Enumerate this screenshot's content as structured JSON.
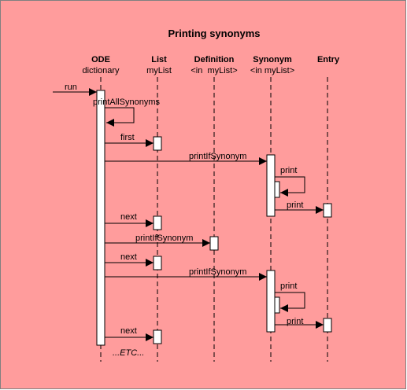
{
  "title": "Printing synonyms",
  "colors": {
    "background": "#ff9c9c",
    "line": "#000000",
    "activation": "#ffffff"
  },
  "lifelines": [
    {
      "id": "ode",
      "name": "ODE",
      "sub": "dictionary"
    },
    {
      "id": "list",
      "name": "List",
      "sub": "myList"
    },
    {
      "id": "definition",
      "name": "Definition",
      "sub": "<in  myList>"
    },
    {
      "id": "synonym",
      "name": "Synonym",
      "sub": "<in myList>"
    },
    {
      "id": "entry",
      "name": "Entry",
      "sub": ""
    }
  ],
  "messages": [
    {
      "label": "run",
      "from": "external",
      "to": "ode"
    },
    {
      "label": "printAllSynonyms",
      "from": "ode",
      "to": "ode",
      "self": true
    },
    {
      "label": "first",
      "from": "ode",
      "to": "list"
    },
    {
      "label": "printIfSynonym",
      "from": "ode",
      "to": "synonym"
    },
    {
      "label": "print",
      "from": "synonym",
      "to": "synonym",
      "self": true
    },
    {
      "label": "print",
      "from": "synonym",
      "to": "entry"
    },
    {
      "label": "next",
      "from": "ode",
      "to": "list"
    },
    {
      "label": "printIfSynonym",
      "from": "ode",
      "to": "definition"
    },
    {
      "label": "next",
      "from": "ode",
      "to": "list"
    },
    {
      "label": "printIfSynonym",
      "from": "ode",
      "to": "synonym"
    },
    {
      "label": "print",
      "from": "synonym",
      "to": "synonym",
      "self": true
    },
    {
      "label": "print",
      "from": "synonym",
      "to": "entry"
    },
    {
      "label": "next",
      "from": "ode",
      "to": "list"
    }
  ],
  "continuation": "...ETC..."
}
